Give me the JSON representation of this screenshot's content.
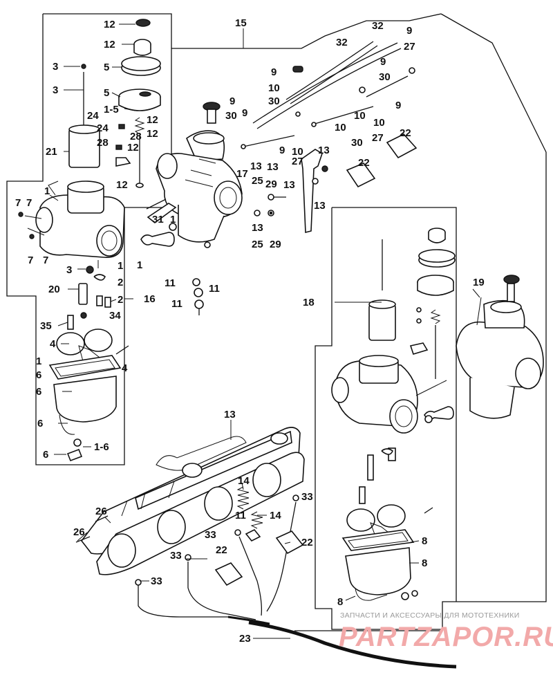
{
  "callouts": {
    "c1": "12",
    "c2": "12",
    "c3": "3",
    "c4": "5",
    "c5": "3",
    "c6": "5",
    "c7": "1-5",
    "c8": "24",
    "c9": "24",
    "c10": "28",
    "c11": "28",
    "c12": "12",
    "c13": "12",
    "c14": "12",
    "c15": "12",
    "c16": "21",
    "c17": "1",
    "c18": "7",
    "c19": "7",
    "c20": "7",
    "c21": "7",
    "c22": "3",
    "c23": "1",
    "c24": "20",
    "c25": "2",
    "c26": "2",
    "c27": "16",
    "c28": "35",
    "c29": "34",
    "c30": "4",
    "c31": "4",
    "c32": "1",
    "c33": "6",
    "c34": "6",
    "c35": "6",
    "c36": "6",
    "c37": "1-6",
    "c38": "15",
    "c39": "32",
    "c40": "32",
    "c41": "9",
    "c42": "27",
    "c43": "9",
    "c44": "30",
    "c45": "9",
    "c46": "10",
    "c47": "30",
    "c48": "9",
    "c49": "9",
    "c50": "30",
    "c51": "17",
    "c52": "9",
    "c53": "10",
    "c54": "10",
    "c55": "10",
    "c56": "30",
    "c57": "27",
    "c58": "9",
    "c59": "10",
    "c60": "27",
    "c61": "13",
    "c62": "13",
    "c63": "25",
    "c64": "29",
    "c65": "13",
    "c66": "13",
    "c67": "13",
    "c68": "13",
    "c69": "25",
    "c70": "29",
    "c71": "22",
    "c72": "22",
    "c73": "31",
    "c74": "1",
    "c75": "1",
    "c76": "11",
    "c77": "11",
    "c78": "11",
    "c79": "18",
    "c80": "19",
    "c81": "13",
    "c82": "14",
    "c83": "14",
    "c84": "11",
    "c85": "33",
    "c86": "33",
    "c87": "22",
    "c88": "33",
    "c89": "22",
    "c90": "26",
    "c91": "26",
    "c92": "33",
    "c93": "23",
    "c94": "8",
    "c95": "8",
    "c96": "8"
  },
  "watermark": {
    "caption": "ЗАПЧАСТИ И АКСЕССУАРЫ ДЛЯ МОТОТЕХНИКИ",
    "brand": "PARTZAPOR.RU"
  }
}
